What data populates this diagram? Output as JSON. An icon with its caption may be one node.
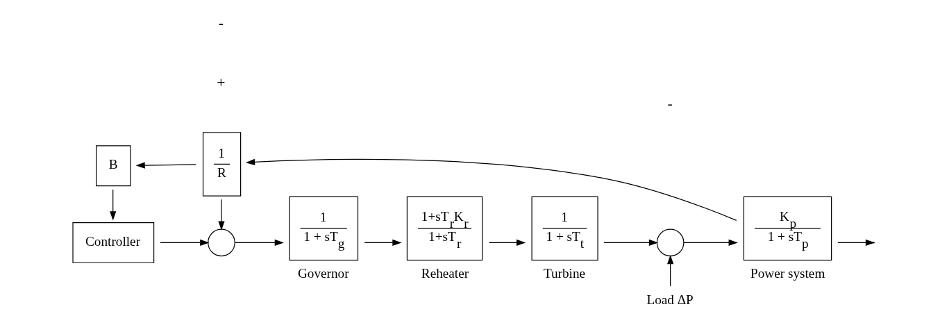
{
  "diagram": {
    "nodes": [
      {
        "text": [
          "B"
        ]
      },
      {
        "text": [
          "1",
          "R"
        ]
      },
      {
        "text": [
          "Controller"
        ]
      },
      {
        "text": [],
        "shape": "circle"
      },
      {
        "text": [
          "1",
          "1 + sT$_{g}$"
        ],
        "beside": [
          "Governor"
        ]
      },
      {
        "text": [
          "1+sT$_{r}$K$_{r}$",
          "1+sT$_{r}$"
        ],
        "beside": [
          "Reheater"
        ]
      },
      {
        "text": [
          "1",
          "1 + sT$_{t}$"
        ],
        "beside": [
          "Turbine"
        ]
      },
      {
        "text": [],
        "shape": "circle"
      },
      {
        "text": [
          "K$_{p}$",
          "1 + sT$_{p}$"
        ],
        "beside": [
          "Power system"
        ]
      },
      {
        "text": [
          "Load ΔP"
        ]
      }
    ],
    "edges": [
      {
        "from": 1,
        "to": 0,
        "arrow": "to"
      },
      {
        "from": 0,
        "to": 2,
        "arrow": "to"
      },
      {
        "from": 1,
        "to": 3,
        "arrow": "to"
      },
      {
        "from": 2,
        "to": 3,
        "arrow": "to"
      },
      {
        "from": 3,
        "to": 4,
        "arrow": "to"
      },
      {
        "from": 4,
        "to": 5,
        "arrow": "to"
      },
      {
        "from": 5,
        "to": 6,
        "arrow": "to"
      },
      {
        "from": 6,
        "to": 7,
        "arrow": "to"
      },
      {
        "from": 9,
        "to": 7,
        "arrow": "to"
      },
      {
        "from": 7,
        "to": 8,
        "arrow": "to"
      },
      {
        "from": 8,
        "to": null,
        "arrow": "to"
      },
      {
        "from": 8,
        "to": 1,
        "arrow": "to"
      }
    ],
    "labels": [
      "+",
      "-",
      "-"
    ]
  }
}
